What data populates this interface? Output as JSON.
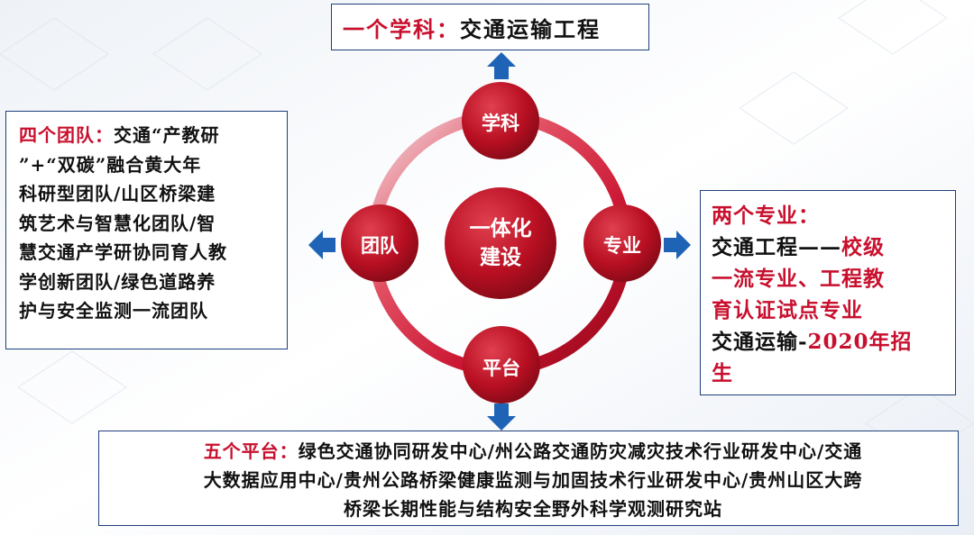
{
  "colors": {
    "accent_red": "#c8102e",
    "arrow_blue": "#1e63b5",
    "border_navy": "#1f3f7a"
  },
  "top_box": {
    "heading": "一个学科：",
    "text": "交通运输工程"
  },
  "left_box": {
    "heading": "四个团队：",
    "lines": [
      "交通“产教研",
      "”+“双碳”融合黄大年",
      "科研型团队/山区桥梁建",
      "筑艺术与智慧化团队/智",
      "慧交通产学研协同育人教",
      "学创新团队/绿色道路养",
      "护与安全监测一流团队"
    ]
  },
  "right_box": {
    "heading": "两个专业：",
    "line1_black": "交通工程——",
    "line1_red": "校级",
    "line2_red": "一流专业、工程教",
    "line3_red": "育认证试点专业",
    "line4_black": "交通运输-",
    "line4_red": "2020年招",
    "line5_red": "生"
  },
  "bottom_box": {
    "heading": "五个平台：",
    "line1": "绿色交通协同研发中心/州公路交通防灾减灾技术行业研发中心/交通",
    "line2": "大数据应用中心/贵州公路桥梁健康监测与加固技术行业研发中心/贵州山区大跨",
    "line3": "桥梁长期性能与结构安全野外科学观测研究站"
  },
  "nodes": {
    "center_line1": "一体化",
    "center_line2": "建设",
    "top": "学科",
    "right": "专业",
    "bottom": "平台",
    "left": "团队"
  }
}
